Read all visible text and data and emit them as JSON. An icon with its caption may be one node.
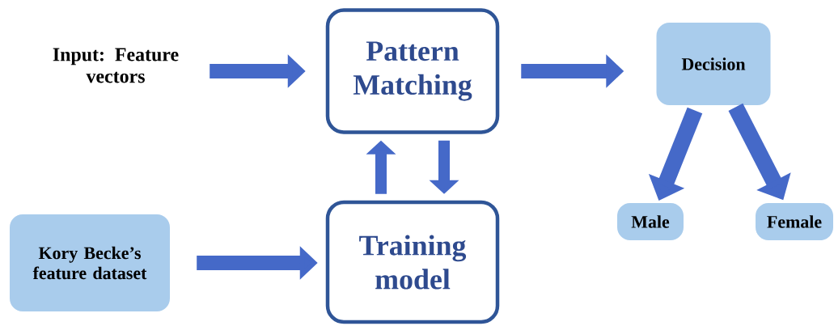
{
  "diagram": {
    "nodes": [
      {
        "text": [
          "Input: Feature vectors"
        ]
      },
      {
        "text": [
          "Pattern Matching"
        ]
      },
      {
        "text": [
          "Decision"
        ]
      },
      {
        "text": [
          "Kory Becke’s feature dataset"
        ]
      },
      {
        "text": [
          "Training model"
        ]
      },
      {
        "text": [
          "Male"
        ]
      },
      {
        "text": [
          "Female"
        ]
      }
    ],
    "edges": [
      {
        "from": 0,
        "to": 1,
        "arrow": "to"
      },
      {
        "from": 1,
        "to": 2,
        "arrow": "to"
      },
      {
        "from": 3,
        "to": 4,
        "arrow": "to"
      },
      {
        "from": 4,
        "to": 1,
        "arrow": "to"
      },
      {
        "from": 1,
        "to": 4,
        "arrow": "to"
      },
      {
        "from": 2,
        "to": 5,
        "arrow": "to"
      },
      {
        "from": 2,
        "to": 6,
        "arrow": "to"
      }
    ]
  }
}
